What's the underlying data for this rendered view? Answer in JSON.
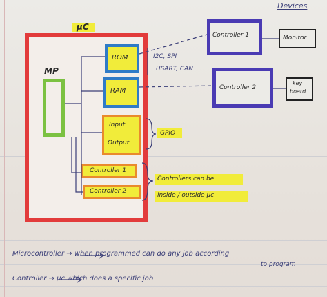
{
  "header": {
    "devices": "Devices"
  },
  "microcontroller": {
    "title": "μC",
    "mp": "MP",
    "rom": "ROM",
    "ram": "RAM",
    "input": "Input",
    "output": "Output",
    "controller1": "Controller 1",
    "controller2": "Controller 2"
  },
  "protocols": {
    "line1": "I2C, SPI",
    "line2": "USART, CAN"
  },
  "gpio": "GPIO",
  "controllers_note": {
    "line1": "Controllers can be",
    "line2": "inside / outside μc"
  },
  "devices": {
    "controller1": "Controller 1",
    "monitor": "Monitor",
    "controller2": "Controller 2",
    "keyboard_line1": "key",
    "keyboard_line2": "board"
  },
  "notes": {
    "microcontroller_def": "Microcontroller → when programmed can do any job according",
    "microcontroller_def_cont": "to program",
    "controller_def": "Controller → μc which does a specific job"
  },
  "colors": {
    "red": "#e23b3b",
    "blue": "#2f7bc7",
    "purple": "#4a3bb3",
    "green": "#7bc142",
    "yellow": "#f1ec3a",
    "orange": "#e98a2e",
    "pen": "#3b3f78"
  }
}
